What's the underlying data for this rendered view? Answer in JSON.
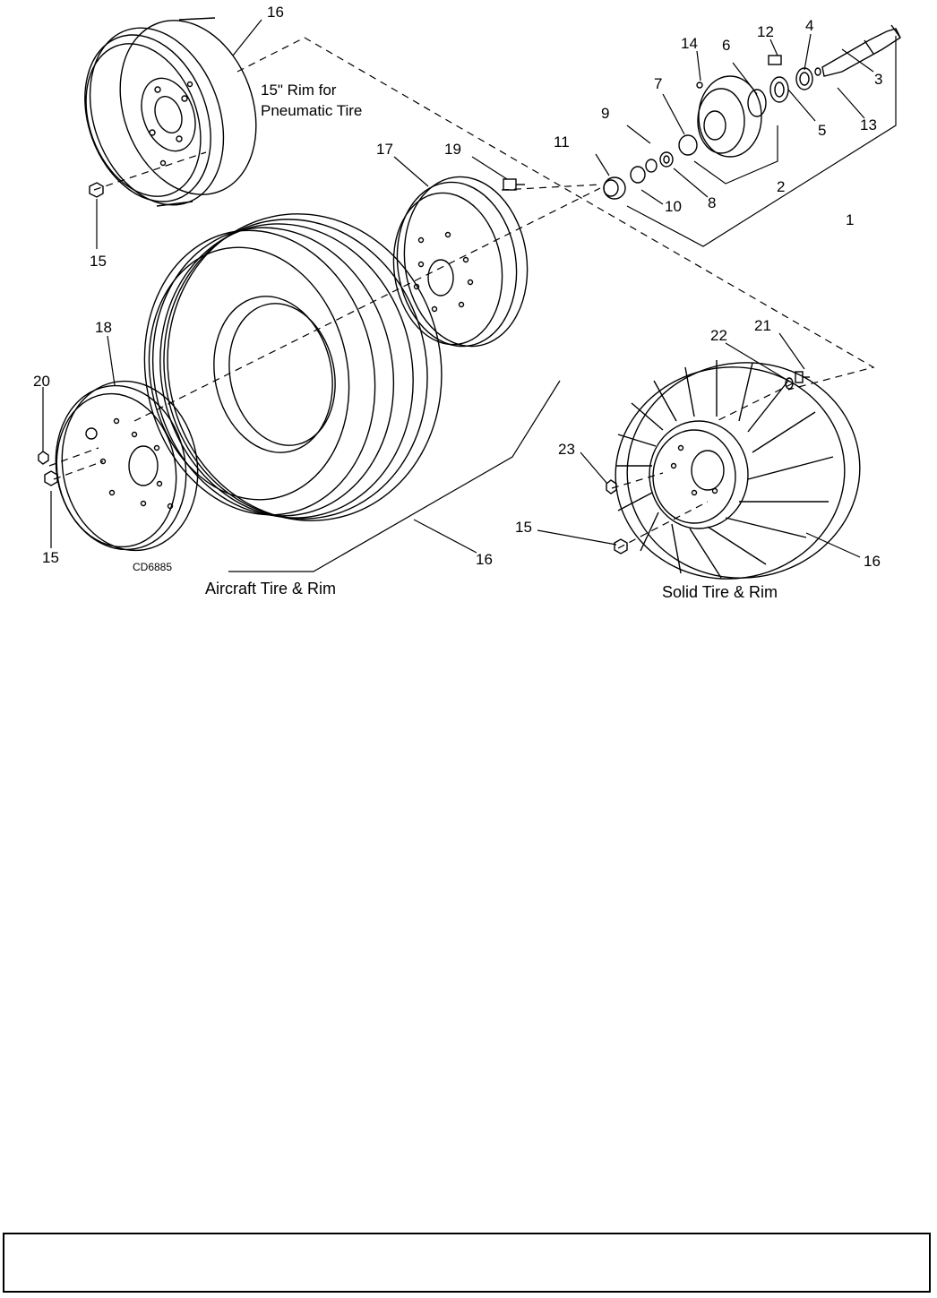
{
  "diagram": {
    "callouts": {
      "c16_top": "16",
      "c15_top": "15",
      "c17": "17",
      "c19": "19",
      "c11": "11",
      "c9": "9",
      "c10": "10",
      "c8": "8",
      "c7": "7",
      "c14": "14",
      "c6": "6",
      "c12": "12",
      "c4": "4",
      "c3": "3",
      "c13": "13",
      "c5": "5",
      "c2": "2",
      "c1": "1",
      "c18": "18",
      "c20": "20",
      "c15_left": "15",
      "c16_mid": "16",
      "c22": "22",
      "c21": "21",
      "c23": "23",
      "c15_right": "15",
      "c16_right": "16"
    },
    "captions": {
      "rim_pneumatic_line1": "15\" Rim for",
      "rim_pneumatic_line2": "Pneumatic Tire",
      "aircraft": "Aircraft Tire & Rim",
      "solid": "Solid Tire & Rim",
      "drawing_code": "CD6885"
    }
  },
  "footer": {
    "text": ""
  }
}
